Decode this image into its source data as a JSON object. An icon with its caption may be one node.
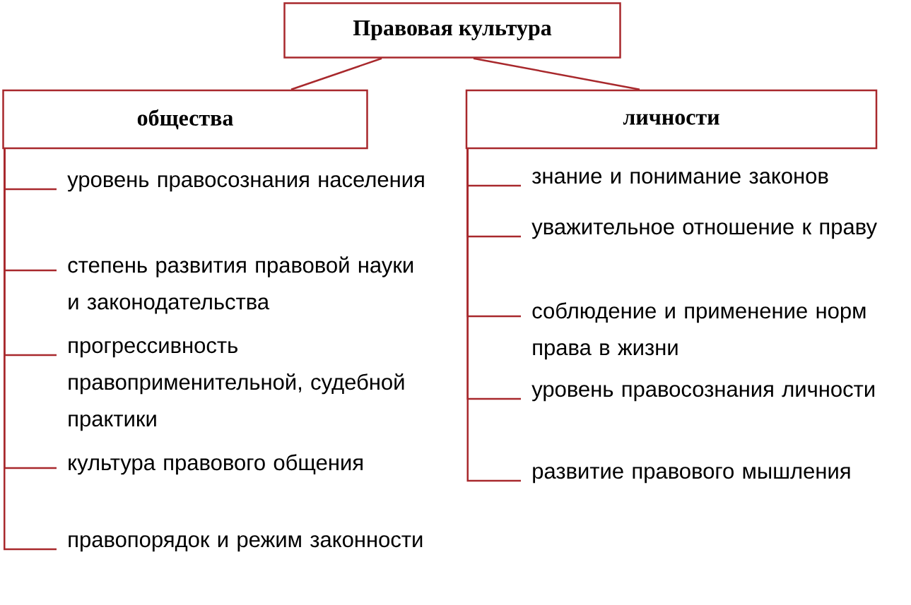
{
  "diagram": {
    "nodes": [
      {
        "text": [
          "Правовая культура"
        ]
      },
      {
        "text": [
          "общества"
        ]
      },
      {
        "text": [
          "личности"
        ]
      },
      {
        "text": [
          "уровень правосознания населения"
        ]
      },
      {
        "text": [
          "степень развития правовой науки и законодательства"
        ]
      },
      {
        "text": [
          "прогрессивность правоприменительной, судебной практики"
        ]
      },
      {
        "text": [
          "культура правового общения"
        ]
      },
      {
        "text": [
          "правопорядок и режим законности"
        ]
      },
      {
        "text": [
          "знание и понимание законов"
        ]
      },
      {
        "text": [
          "уважительное отношение к праву"
        ]
      },
      {
        "text": [
          "соблюдение и применение норм права в жизни"
        ]
      },
      {
        "text": [
          "уровень правосознания личности"
        ]
      },
      {
        "text": [
          "развитие правового мышления"
        ]
      }
    ],
    "edges": [
      {
        "from": 0,
        "to": 1,
        "arrow": "none"
      },
      {
        "from": 0,
        "to": 2,
        "arrow": "none"
      },
      {
        "from": 1,
        "to": 3,
        "arrow": "none"
      },
      {
        "from": 1,
        "to": 4,
        "arrow": "none"
      },
      {
        "from": 1,
        "to": 5,
        "arrow": "none"
      },
      {
        "from": 1,
        "to": 6,
        "arrow": "none"
      },
      {
        "from": 1,
        "to": 7,
        "arrow": "none"
      },
      {
        "from": 2,
        "to": 8,
        "arrow": "none"
      },
      {
        "from": 2,
        "to": 9,
        "arrow": "none"
      },
      {
        "from": 2,
        "to": 10,
        "arrow": "none"
      },
      {
        "from": 2,
        "to": 11,
        "arrow": "none"
      },
      {
        "from": 2,
        "to": 12,
        "arrow": "none"
      }
    ]
  }
}
